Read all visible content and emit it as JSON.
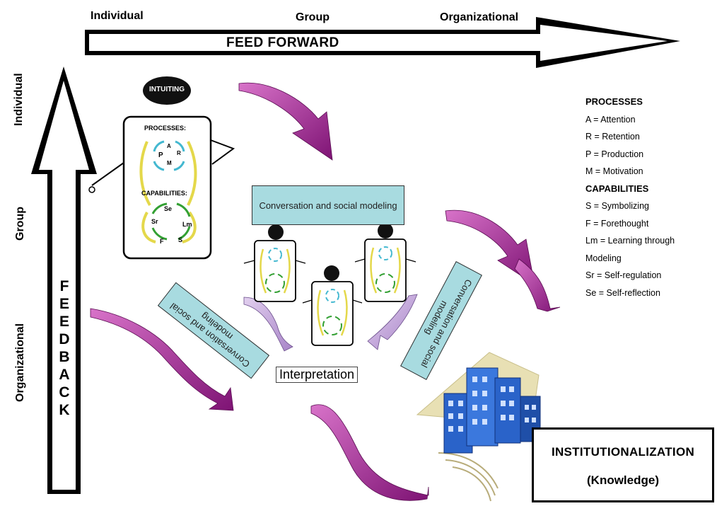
{
  "levels_top": {
    "individual": "Individual",
    "group": "Group",
    "organizational": "Organizational"
  },
  "levels_left": {
    "individual": "Individual",
    "group": "Group",
    "organizational": "Organizational"
  },
  "feed_forward": "FEED FORWARD",
  "feedback_letters": [
    "F",
    "E",
    "E",
    "D",
    "B",
    "A",
    "C",
    "K"
  ],
  "intuiting": {
    "badge": "INTUITING",
    "processes_label": "PROCESSES:",
    "capabilities_label": "CAPABILITIES:",
    "process_letters": [
      "A",
      "R",
      "P",
      "M"
    ],
    "capability_letters": [
      "Se",
      "Sr",
      "Lm",
      "F",
      "S"
    ]
  },
  "boxes": {
    "top": "Conversation and social modeling",
    "left": "Conversation and social modeling",
    "right": "Conversation and social modeling"
  },
  "interpretation": "Interpretation",
  "legend": {
    "processes_title": "PROCESSES",
    "processes": [
      "A  = Attention",
      "R  = Retention",
      "P  = Production",
      "M = Motivation"
    ],
    "capabilities_title": "CAPABILITIES",
    "capabilities": [
      "S = Symbolizing",
      "F = Forethought",
      "Lm = Learning through",
      "Modeling",
      "Sr = Self-regulation",
      "Se = Self-reflection"
    ]
  },
  "institutionalization": {
    "title": "INSTITUTIONALIZATION",
    "subtitle": "(Knowledge)"
  },
  "colors": {
    "magenta": "#9c1c8e",
    "lavender": "#c7a8dd",
    "teal": "#a8dbe0",
    "yellow": "#e4d84a",
    "green": "#33a033",
    "cyan": "#43b8d0",
    "building": "#2a63c9"
  }
}
